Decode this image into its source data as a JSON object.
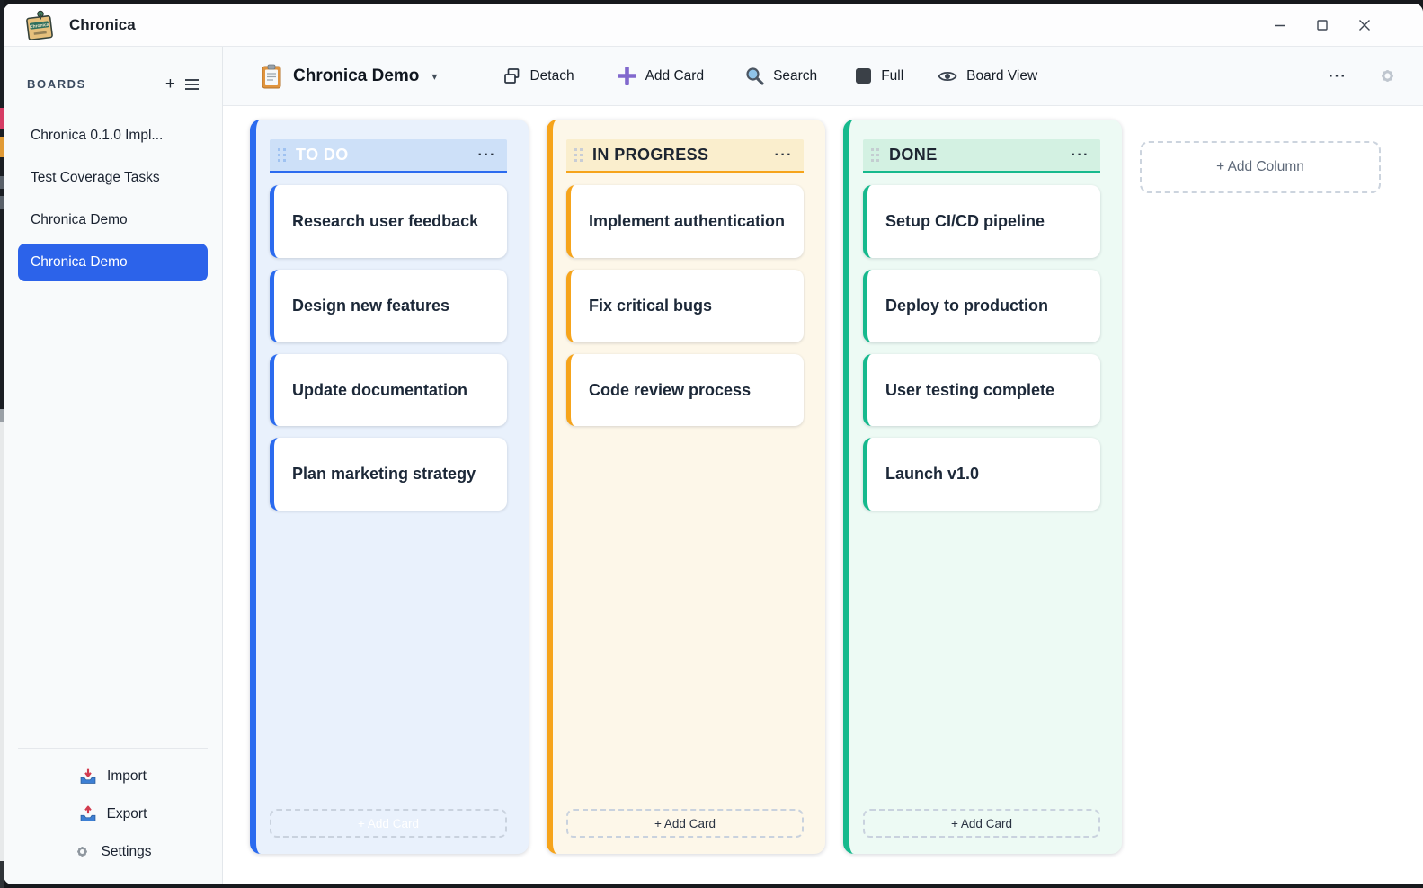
{
  "window": {
    "title": "Chronica"
  },
  "sidebar": {
    "header": {
      "label": "BOARDS",
      "add_button": "+"
    },
    "items": [
      {
        "label": "Chronica 0.1.0 Impl..."
      },
      {
        "label": "Test Coverage Tasks"
      },
      {
        "label": "Chronica Demo"
      },
      {
        "label": "Chronica Demo",
        "selected": true
      }
    ],
    "selected_bg": "#2c63ea",
    "footer": {
      "import_label": "Import",
      "export_label": "Export",
      "settings_label": "Settings"
    }
  },
  "toolbar": {
    "board_title": "Chronica Demo",
    "caret": "▾",
    "detach_label": "Detach",
    "add_card_label": "Add Card",
    "search_label": "Search",
    "full_label": "Full",
    "board_view_label": "Board View",
    "more_label": "···"
  },
  "board": {
    "ellipsis": "···",
    "add_card_label": "+ Add Card",
    "add_column_label": "+ Add Column",
    "columns": [
      {
        "title": "TO DO",
        "accent": "#2b6bef",
        "bg": "#e9f1fc",
        "header_bg": "#cde0f8",
        "title_color": "#ffffff",
        "handle_color": "#9fc2f1",
        "add_card_color": "#ffffff",
        "cards": [
          "Research user feedback",
          "Design new features",
          "Update documentation",
          "Plan marketing strategy"
        ]
      },
      {
        "title": "IN PROGRESS",
        "accent": "#f6a41b",
        "bg": "#fdf7e9",
        "header_bg": "#faeecd",
        "title_color": "#1d2531",
        "handle_color": "#c9cdd5",
        "add_card_color": "#2a3342",
        "cards": [
          "Implement authentication",
          "Fix critical bugs",
          "Code review process"
        ]
      },
      {
        "title": "DONE",
        "accent": "#16b98d",
        "bg": "#edfaf4",
        "header_bg": "#d3f1e2",
        "title_color": "#1d2531",
        "handle_color": "#c4cdd1",
        "add_card_color": "#2a3342",
        "cards": [
          "Setup CI/CD pipeline",
          "Deploy to production",
          "User testing complete",
          "Launch v1.0"
        ]
      }
    ]
  }
}
